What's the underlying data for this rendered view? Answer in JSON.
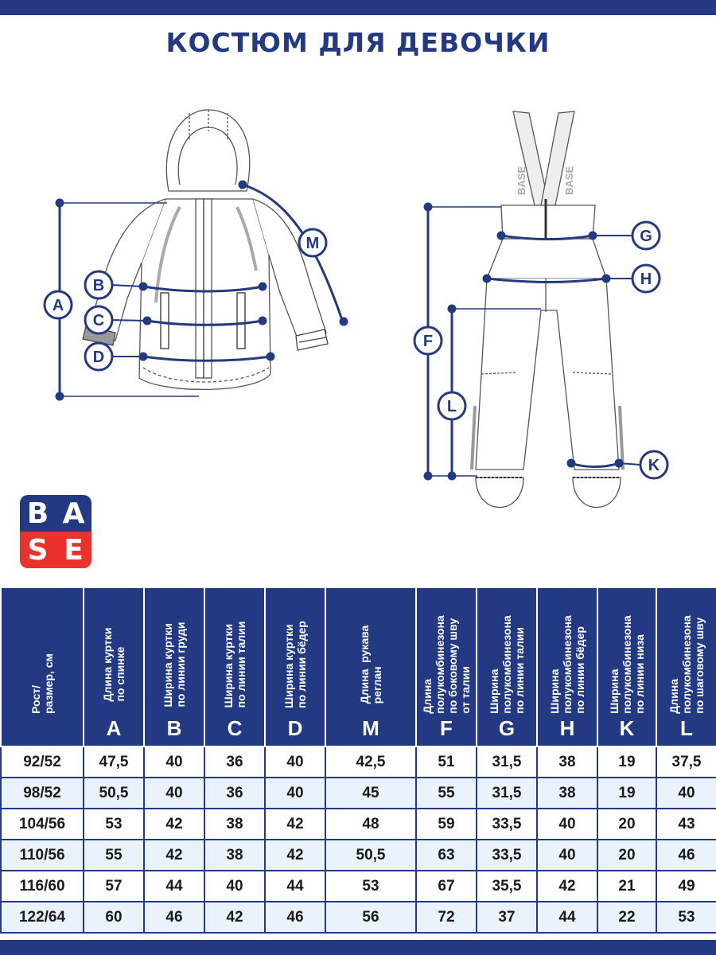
{
  "title": "КОСТЮМ ДЛЯ ДЕВОЧКИ",
  "colors": {
    "brand_blue": "#233a83",
    "brand_red": "#e8322b",
    "row_alt": "#eaf2fb"
  },
  "logo": {
    "letters": [
      "B",
      "A",
      "S",
      "E"
    ]
  },
  "strap_text": "BASE",
  "diagram_labels": {
    "jacket": [
      "A",
      "B",
      "C",
      "D",
      "M"
    ],
    "overalls": [
      "G",
      "H",
      "F",
      "L",
      "K"
    ]
  },
  "table": {
    "headers": [
      {
        "text": "Рост/\nразмер, см",
        "letter": ""
      },
      {
        "text": "Длина куртки\nпо спинке",
        "letter": "A"
      },
      {
        "text": "Ширина куртки\nпо линии груди",
        "letter": "B"
      },
      {
        "text": "Ширина куртки\nпо линии талии",
        "letter": "C"
      },
      {
        "text": "Ширина куртки\nпо линии бёдер",
        "letter": "D"
      },
      {
        "text": "Длина  рукава\nреглан",
        "letter": "M"
      },
      {
        "text": "Длина\nполукомбинезона\nпо боковому шву\nот талии",
        "letter": "F"
      },
      {
        "text": "Ширина\nполукомбинезона\nпо линии талии",
        "letter": "G"
      },
      {
        "text": "Ширина\nполукомбинезона\nпо линии бёдер",
        "letter": "H"
      },
      {
        "text": "Ширина\nполукомбинезона\nпо линии низа",
        "letter": "K"
      },
      {
        "text": "Длина\nполукомбинезона\nпо шаговому шву",
        "letter": "L"
      }
    ],
    "rows": [
      [
        "92/52",
        "47,5",
        "40",
        "36",
        "40",
        "42,5",
        "51",
        "31,5",
        "38",
        "19",
        "37,5"
      ],
      [
        "98/52",
        "50,5",
        "40",
        "36",
        "40",
        "45",
        "55",
        "31,5",
        "38",
        "19",
        "40"
      ],
      [
        "104/56",
        "53",
        "42",
        "38",
        "42",
        "48",
        "59",
        "33,5",
        "40",
        "20",
        "43"
      ],
      [
        "110/56",
        "55",
        "42",
        "38",
        "42",
        "50,5",
        "63",
        "33,5",
        "40",
        "20",
        "46"
      ],
      [
        "116/60",
        "57",
        "44",
        "40",
        "44",
        "53",
        "67",
        "35,5",
        "42",
        "21",
        "49"
      ],
      [
        "122/64",
        "60",
        "46",
        "42",
        "46",
        "56",
        "72",
        "37",
        "44",
        "22",
        "53"
      ]
    ]
  }
}
